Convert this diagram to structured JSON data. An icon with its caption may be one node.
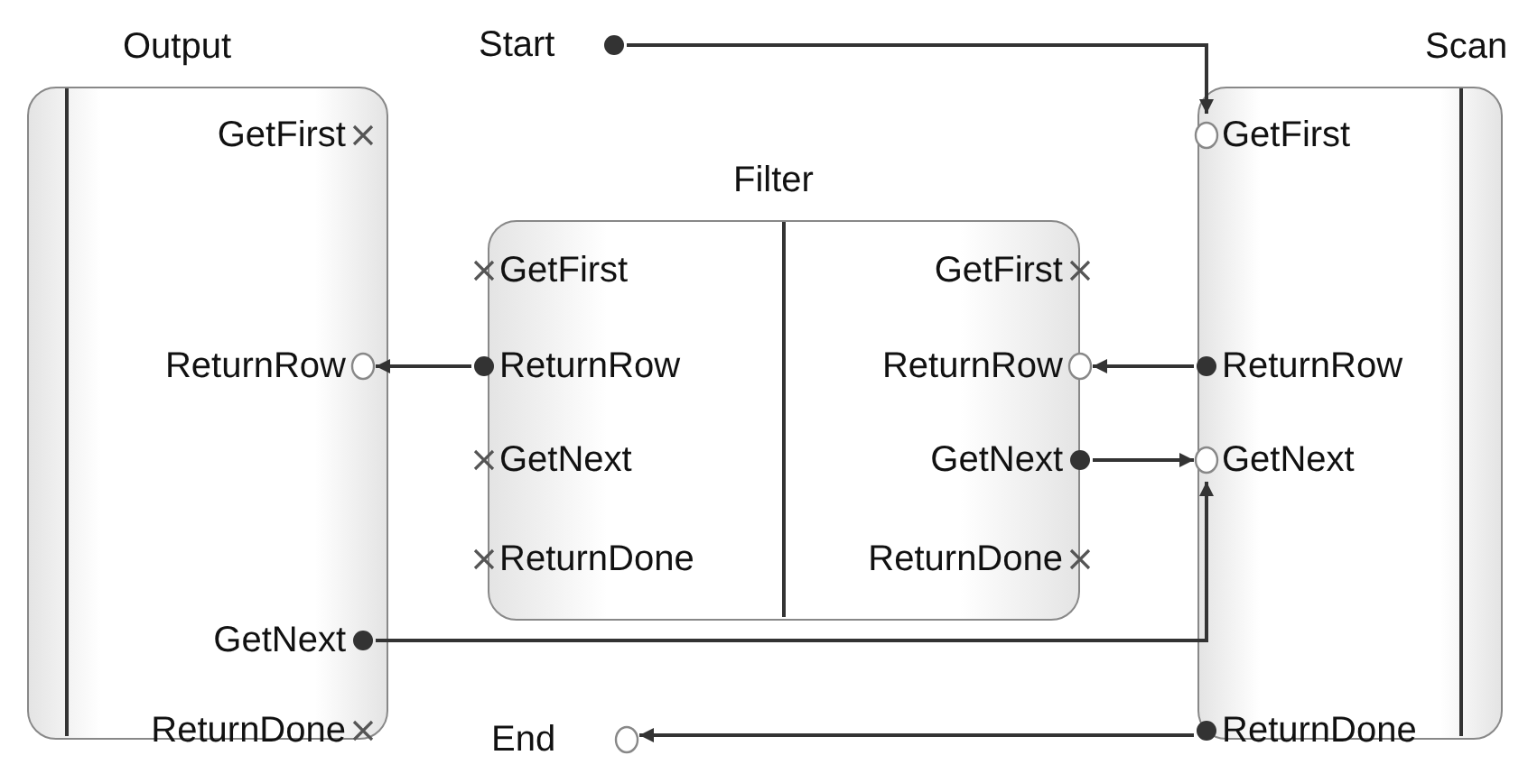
{
  "diagram": {
    "nodes": [
      {
        "text": [
          "Output"
        ]
      },
      {
        "text": [
          "GetFirst"
        ],
        "in": 0
      },
      {
        "text": [
          "ReturnRow"
        ],
        "in": 0
      },
      {
        "text": [
          "GetNext"
        ],
        "in": 0
      },
      {
        "text": [
          "ReturnDone"
        ],
        "in": 0
      },
      {
        "text": [
          "Start"
        ]
      },
      {
        "text": [
          "Filter"
        ]
      },
      {
        "text": [
          "GetFirst"
        ],
        "in": 6
      },
      {
        "text": [
          "ReturnRow"
        ],
        "in": 6
      },
      {
        "text": [
          "GetNext"
        ],
        "in": 6
      },
      {
        "text": [
          "ReturnDone"
        ],
        "in": 6
      },
      {
        "text": [
          "GetFirst"
        ],
        "in": 6
      },
      {
        "text": [
          "ReturnRow"
        ],
        "in": 6
      },
      {
        "text": [
          "GetNext"
        ],
        "in": 6
      },
      {
        "text": [
          "ReturnDone"
        ],
        "in": 6
      },
      {
        "text": [
          "Scan"
        ]
      },
      {
        "text": [
          "GetFirst"
        ],
        "in": 15
      },
      {
        "text": [
          "ReturnRow"
        ],
        "in": 15
      },
      {
        "text": [
          "GetNext"
        ],
        "in": 15
      },
      {
        "text": [
          "ReturnDone"
        ],
        "in": 15
      },
      {
        "text": [
          "End"
        ]
      }
    ],
    "edges": [
      {
        "from": 5,
        "to": 16,
        "arrow": "to"
      },
      {
        "from": 17,
        "to": 12,
        "arrow": "to"
      },
      {
        "from": 13,
        "to": 18,
        "arrow": "to"
      },
      {
        "from": 8,
        "to": 2,
        "arrow": "to"
      },
      {
        "from": 3,
        "to": 18,
        "arrow": "to"
      },
      {
        "from": 19,
        "to": 20,
        "arrow": "to"
      }
    ]
  }
}
